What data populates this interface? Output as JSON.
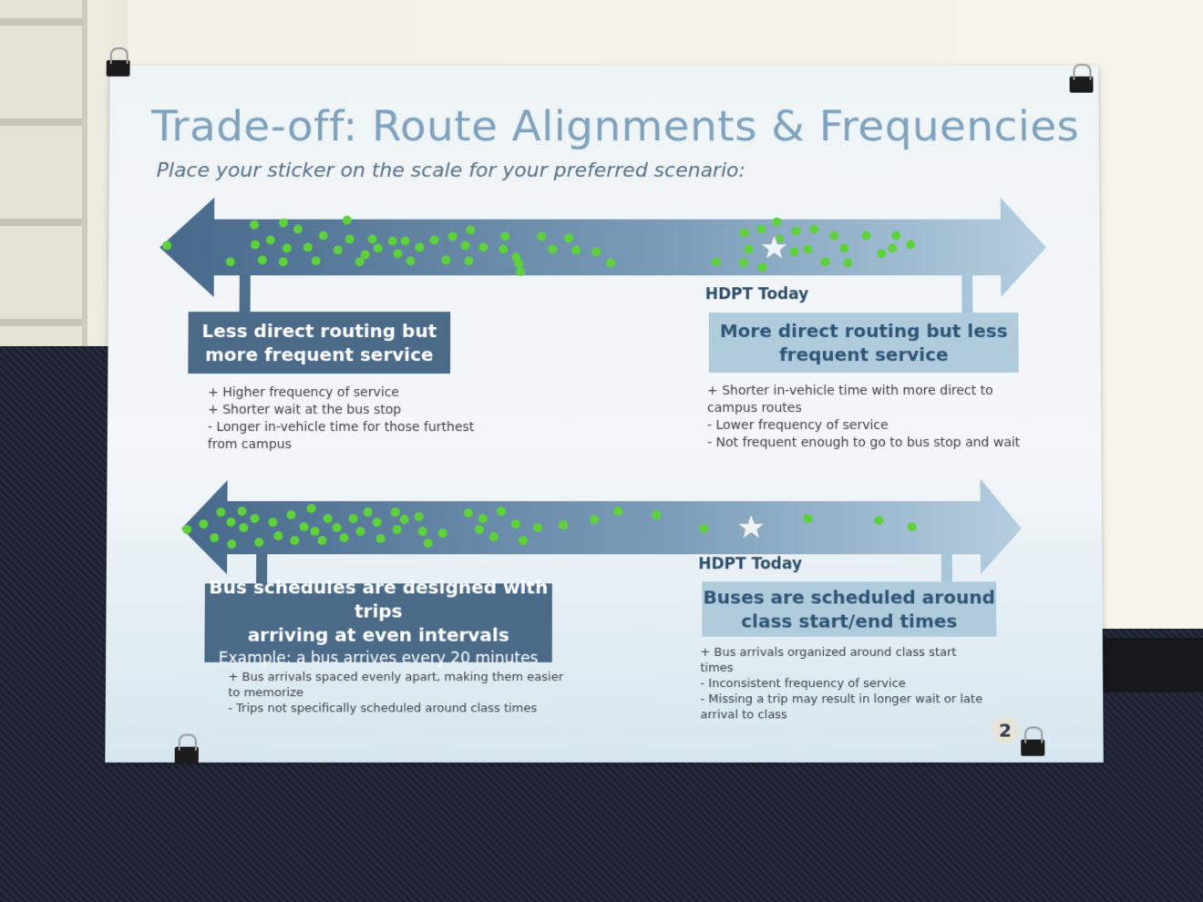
{
  "poster": {
    "title": "Trade-off: Route Alignments & Frequencies",
    "subtitle": "Place your sticker on the scale for your preferred scenario:",
    "page_number": "2",
    "colors": {
      "title": "#7ea2bd",
      "dark_box": "#4a6a88",
      "light_box": "#afcbdc",
      "sticker": "#5ed23a"
    },
    "scale1": {
      "marker_label": "HDPT Today",
      "left_option": {
        "line1": "Less direct routing but",
        "line2": "more frequent service"
      },
      "right_option": {
        "line1": "More direct routing but less",
        "line2": "frequent service"
      },
      "left_points": [
        "+ Higher frequency of service",
        "+ Shorter wait at the bus stop",
        " - Longer in-vehicle time for those furthest from campus"
      ],
      "right_points": [
        "+ Shorter in-vehicle time with more direct to campus routes",
        " - Lower frequency of service",
        " - Not frequent enough to go to bus stop and wait"
      ]
    },
    "scale2": {
      "marker_label": "HDPT Today",
      "left_option": {
        "line1": "Bus schedules are designed with trips",
        "line2": "arriving at even intervals",
        "example": "Example: a bus arrives every 20 minutes"
      },
      "right_option": {
        "line1": "Buses are scheduled around",
        "line2": "class start/end times"
      },
      "left_points": [
        "+ Bus arrivals spaced evenly apart, making them easier to memorize",
        " - Trips not specifically scheduled around class times"
      ],
      "right_points": [
        "+ Bus arrivals organized around class start times",
        " - Inconsistent frequency of service",
        " - Missing a trip may result in longer wait or late arrival to class"
      ]
    }
  }
}
